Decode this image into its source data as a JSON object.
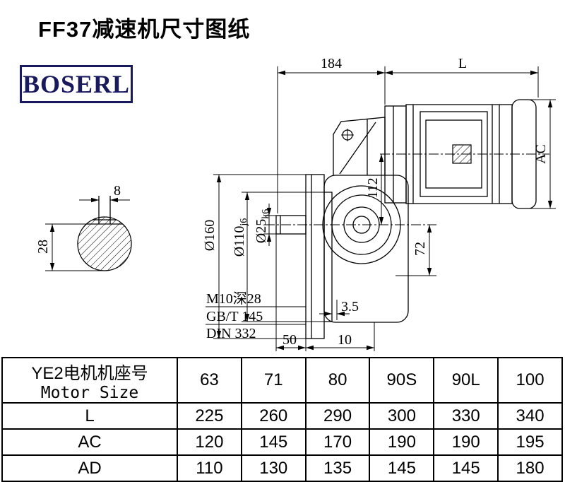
{
  "page": {
    "title": "FF37减速机尺寸图纸",
    "logo_text": "BOSERL"
  },
  "drawing": {
    "dim_184": "184",
    "dim_L": "L",
    "dim_AC": "AC",
    "dim_8": "8",
    "dim_28": "28",
    "dim_160": "Ø160",
    "dim_110_main": "Ø110",
    "dim_110_sub": "j6",
    "dim_25_main": "Ø25",
    "dim_25_sub": "k6",
    "dim_112": "112",
    "dim_72": "72",
    "note_m10": "M10深28",
    "note_gbt": "GB/T 145",
    "note_din": "DIN 332",
    "dim_35": "3.5",
    "dim_50": "50",
    "dim_10": "10"
  },
  "table": {
    "header_label_line1": "YE2电机机座号",
    "header_label_line2": "Motor Size",
    "sizes": [
      "63",
      "71",
      "80",
      "90S",
      "90L",
      "100"
    ],
    "rows": [
      {
        "label": "L",
        "values": [
          "225",
          "260",
          "290",
          "300",
          "330",
          "340"
        ]
      },
      {
        "label": "AC",
        "values": [
          "120",
          "145",
          "170",
          "190",
          "190",
          "195"
        ]
      },
      {
        "label": "AD",
        "values": [
          "110",
          "130",
          "135",
          "145",
          "145",
          "180"
        ]
      }
    ]
  }
}
